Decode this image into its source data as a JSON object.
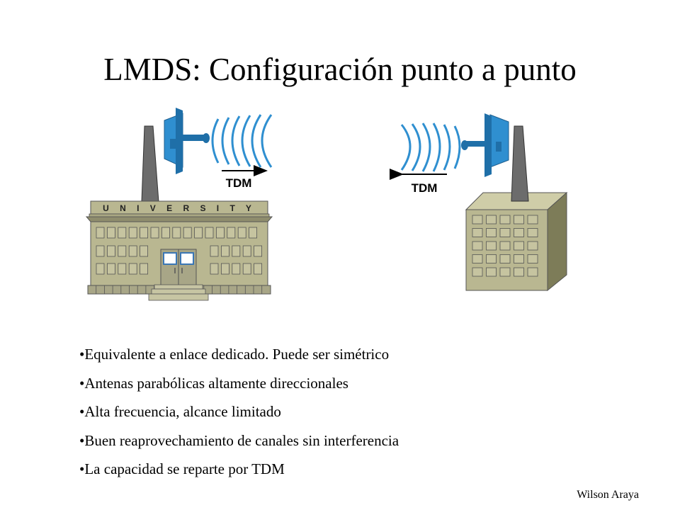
{
  "slide": {
    "title": "LMDS: Configuración punto a punto",
    "footer": "Wilson Araya"
  },
  "diagram": {
    "left_site": {
      "sign": "U N I V E R S I T Y",
      "link_label": "TDM"
    },
    "right_site": {
      "link_label": "TDM"
    },
    "colors": {
      "dish": "#2f8fd0",
      "waves": "#2f8fd0",
      "building": "#b9b791",
      "mast": "#6c6c6c"
    }
  },
  "bullets": [
    "Equivalente a enlace dedicado. Puede ser simétrico",
    "Antenas parabólicas altamente direccionales",
    "Alta frecuencia, alcance limitado",
    "Buen reaprovechamiento de canales sin interferencia",
    "La capacidad se reparte por TDM"
  ]
}
